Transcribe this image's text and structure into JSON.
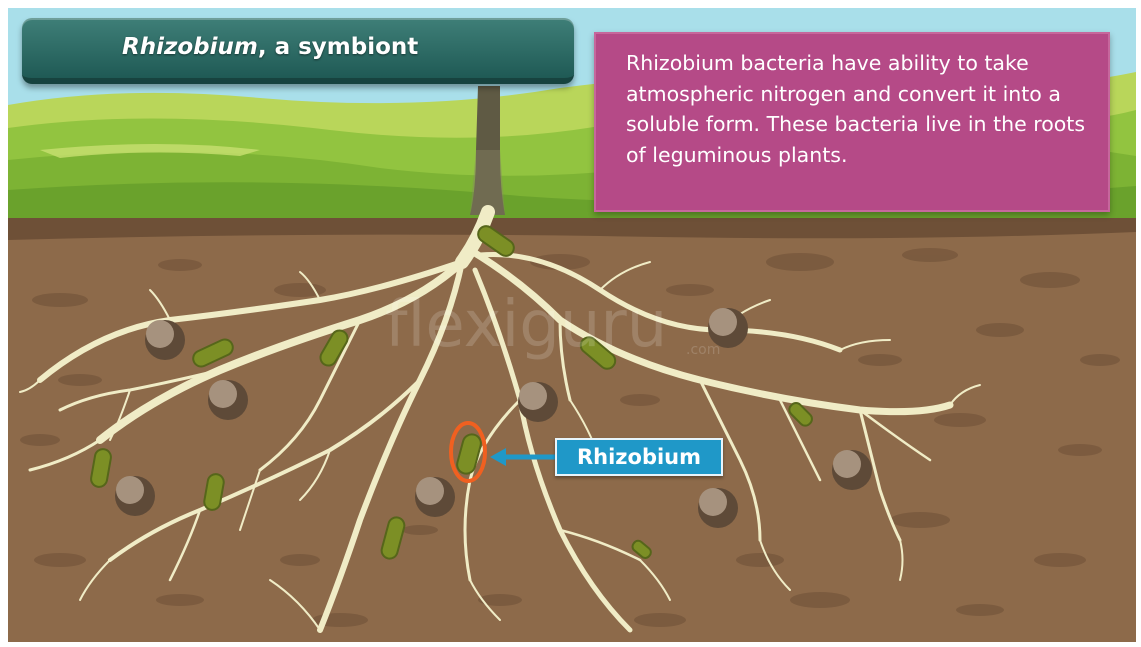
{
  "title": {
    "italic_part": "Rhizobium",
    "rest": ", a symbiont"
  },
  "info_box": {
    "text": "Rhizobium bacteria have ability to take atmospheric nitrogen and convert it into a soluble form. These bacteria live in the roots of leguminous plants."
  },
  "callout_label": "Rhizobium",
  "watermark": {
    "main": "flexiguru",
    "suffix": ".com"
  },
  "colors": {
    "sky": "#a9dfea",
    "hills": "#8cc13c",
    "soil": "#8d6a4a",
    "root": "#f0ecc6",
    "bacteria": "#7c8f25",
    "banner": "#2c6a65",
    "info_box": "#b54a87",
    "label": "#1f98c8",
    "highlight_ring": "#f06020"
  }
}
